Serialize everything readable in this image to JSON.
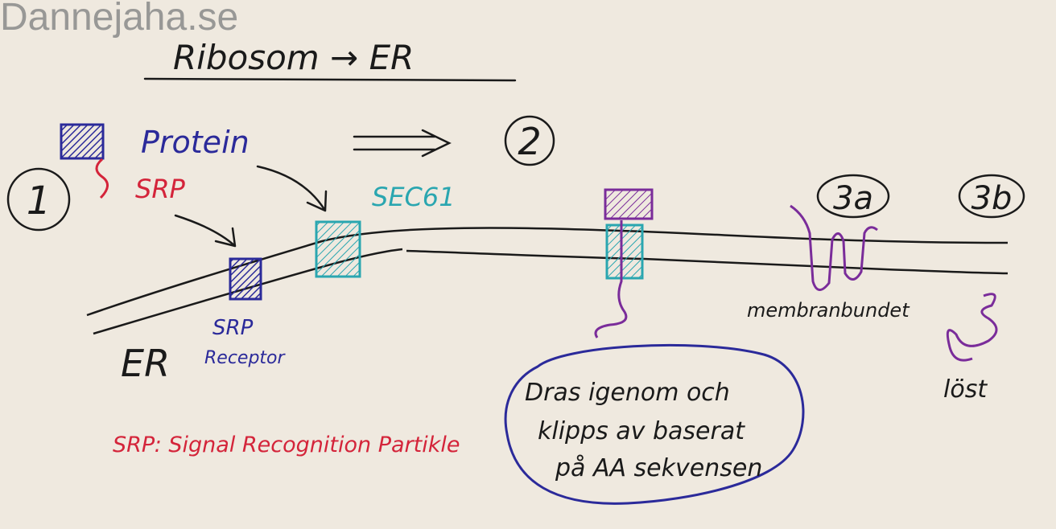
{
  "watermark": "Dannejaha.se",
  "title": "Ribosom → ER",
  "labels": {
    "protein": "Protein",
    "srp": "SRP",
    "sec61": "SEC61",
    "srp_receptor_line1": "SRP",
    "srp_receptor_line2": "Receptor",
    "er": "ER",
    "membranbundet": "membranbundet",
    "lost": "löst",
    "srp_definition": "SRP: Signal Recognition Partikle",
    "bubble_line1": "Dras igenom och",
    "bubble_line2": "klipps av baserat",
    "bubble_line3": "på AA sekvensen"
  },
  "steps": {
    "step1": "1",
    "step2": "2",
    "step3a": "3a",
    "step3b": "3b"
  },
  "colors": {
    "background": "#efe9df",
    "ink": "#1a1a1a",
    "blue": "#2b2a9a",
    "red": "#d4243a",
    "teal": "#2aa6b0",
    "purple": "#7a2c9a"
  }
}
